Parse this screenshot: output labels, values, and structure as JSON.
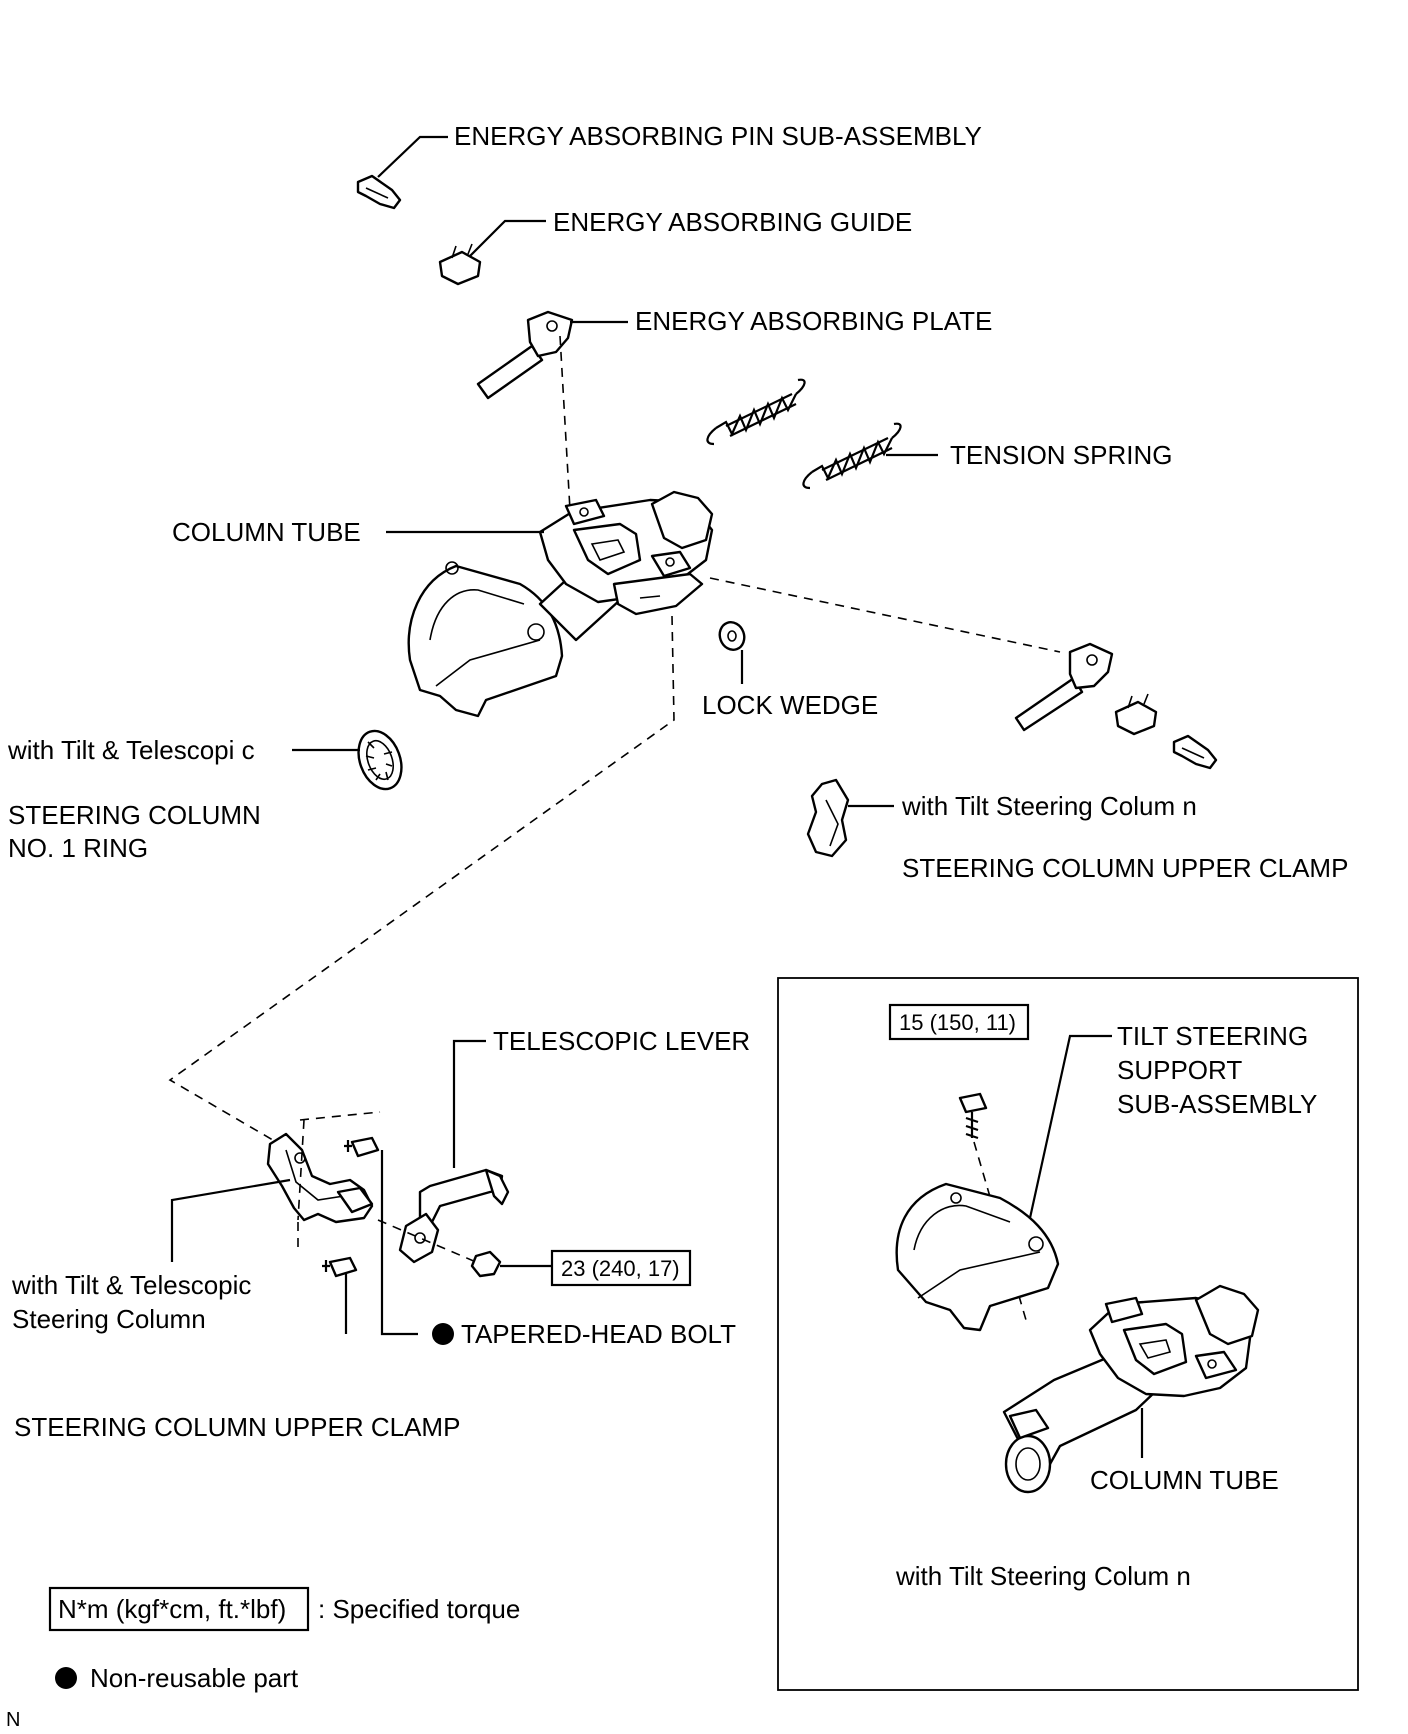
{
  "labels": {
    "energy_absorbing_pin": "ENERGY ABSORBING PIN SUB-ASSEMBLY",
    "energy_absorbing_guide": "ENERGY ABSORBING GUIDE",
    "energy_absorbing_plate": "ENERGY ABSORBING PLATE",
    "tension_spring": "TENSION SPRING",
    "column_tube": "COLUMN TUBE",
    "lock_wedge": "LOCK WEDGE",
    "with_tilt_telescopi_c": "with  Tilt &  Telescopi  c",
    "steering_column_no1_ring_line1": "STEERING COLUMN",
    "steering_column_no1_ring_line2": "NO. 1 RING",
    "with_tilt_steering_column_right": "with  Tilt Steering Colum   n",
    "steering_column_upper_clamp_right": "STEERING COLUMN UPPER CLAMP",
    "telescopic_lever": "TELESCOPIC LEVER",
    "with_tilt_telescopic_line1": "with  Tilt &  Telescopic",
    "with_tilt_telescopic_line2": "Steering Column",
    "tapered_head_bolt": "TAPERED-HEAD BOLT",
    "steering_column_upper_clamp_left": "STEERING COLUMN UPPER CLAMP",
    "tilt_support_line1": "TILT STEERING",
    "tilt_support_line2": "SUPPORT",
    "tilt_support_line3": "SUB-ASSEMBLY",
    "column_tube_inset": "COLUMN TUBE",
    "with_tilt_steering_column_inset": "with  Tilt Steering Colum   n"
  },
  "torque": {
    "tilt_support_bolt": "15 (150, 11)",
    "lever_nut": "23 (240, 17)"
  },
  "legend": {
    "torque_box": "N*m (kgf*cm, ft.*lbf)",
    "torque_text": ": Specified torque",
    "nonreusable_text": "Non-reusable part"
  },
  "corner_mark": "N"
}
